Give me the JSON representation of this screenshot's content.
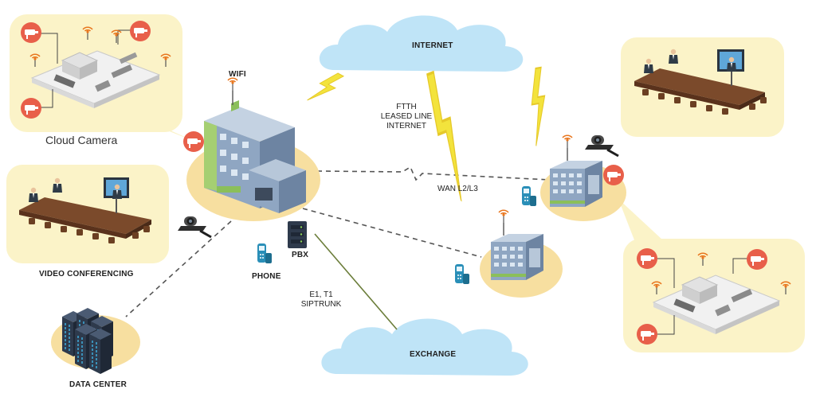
{
  "clouds": {
    "internet": "INTERNET",
    "exchange": "EXCHANGE"
  },
  "labels": {
    "wifi": "WIFI",
    "cloud_camera": "Cloud Camera",
    "video_conferencing": "VIDEO  CONFERENCING",
    "data_center": "DATA CENTER",
    "phone": "PHONE",
    "pbx": "PBX",
    "wan": "WAN L2/L3",
    "ftth": [
      "FTTH",
      "LEASED LINE",
      "INTERNET"
    ],
    "e1": [
      "E1, T1",
      "SIPTRUNK"
    ]
  },
  "colors": {
    "cloud": "#bfe4f7",
    "panel": "#fbf3c8",
    "ellipse": "#f7dfa0",
    "lightning": "#f3e33c",
    "building": "#8fa6c2",
    "building_green": "#8bbf5a",
    "camera": "#e85f4a",
    "phone": "#2a8fb8",
    "server": "#2e3a4c"
  },
  "icons": [
    "cloud-icon",
    "lightning-icon",
    "building-icon",
    "camera-icon",
    "phone-icon",
    "pbx-icon",
    "server-rack-icon",
    "wifi-icon",
    "conference-table-icon",
    "floorplan-icon"
  ]
}
